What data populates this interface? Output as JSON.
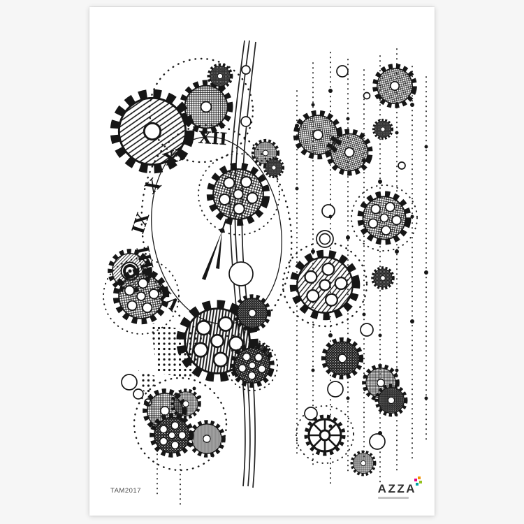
{
  "sheet": {
    "code": "TAM2017"
  },
  "brand": {
    "name": "AZZA",
    "accent_colors": [
      "#e5007d",
      "#f39200",
      "#95c11f",
      "#00a0a0"
    ]
  },
  "clock": {
    "numerals": [
      "XII",
      "XI",
      "X",
      "IX",
      "VIII",
      "VII"
    ]
  },
  "palette": {
    "ink": "#161616",
    "paper": "#ffffff",
    "backdrop": "#f6f6f6"
  }
}
